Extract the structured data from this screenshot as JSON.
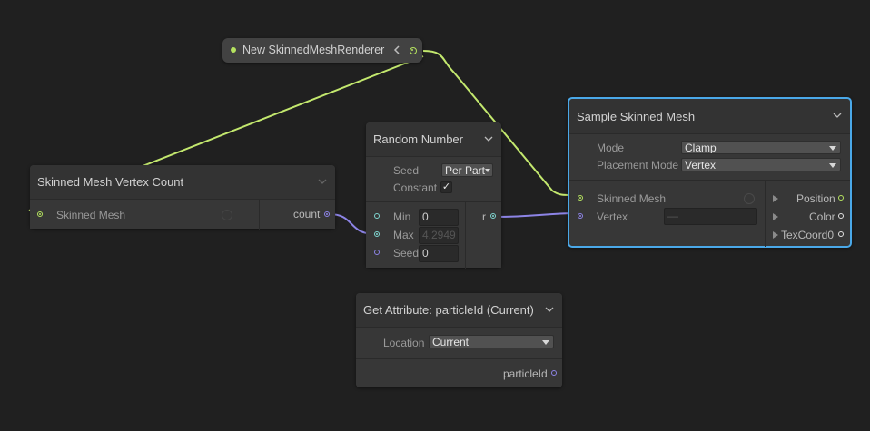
{
  "nodes": {
    "smr": {
      "title": "New SkinnedMeshRenderer"
    },
    "vertex_count": {
      "title": "Skinned Mesh Vertex Count",
      "input_label": "Skinned Mesh",
      "output_label": "count"
    },
    "random_number": {
      "title": "Random Number",
      "seed_label": "Seed",
      "seed_mode": "Per Part",
      "constant_label": "Constant",
      "constant_checked": "✓",
      "min_label": "Min",
      "min_value": "0",
      "max_label": "Max",
      "max_value": "4.2949",
      "seed_input_label": "Seed",
      "seed_input_value": "0",
      "output_label": "r"
    },
    "sample_mesh": {
      "title": "Sample Skinned Mesh",
      "mode_label": "Mode",
      "mode_value": "Clamp",
      "placement_label": "Placement Mode",
      "placement_value": "Vertex",
      "mesh_label": "Skinned Mesh",
      "vertex_label": "Vertex",
      "vertex_value": "—",
      "out_position": "Position",
      "out_color": "Color",
      "out_texcoord": "TexCoord0"
    },
    "get_attribute": {
      "title": "Get Attribute: particleId (Current)",
      "location_label": "Location",
      "location_value": "Current",
      "output_label": "particleId"
    }
  },
  "colors": {
    "canvas": "#202020",
    "selected_outline": "#4aa8e8",
    "wire_green": "#c3e86e",
    "wire_purple": "#8d84e6",
    "port_teal": "#7fd6d0"
  }
}
